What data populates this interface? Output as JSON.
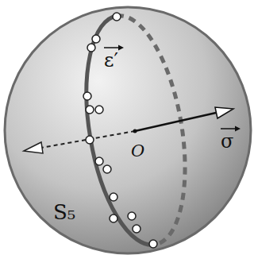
{
  "diagram": {
    "labels": [
      "ε′",
      "O",
      "σ",
      "S₅"
    ]
  }
}
